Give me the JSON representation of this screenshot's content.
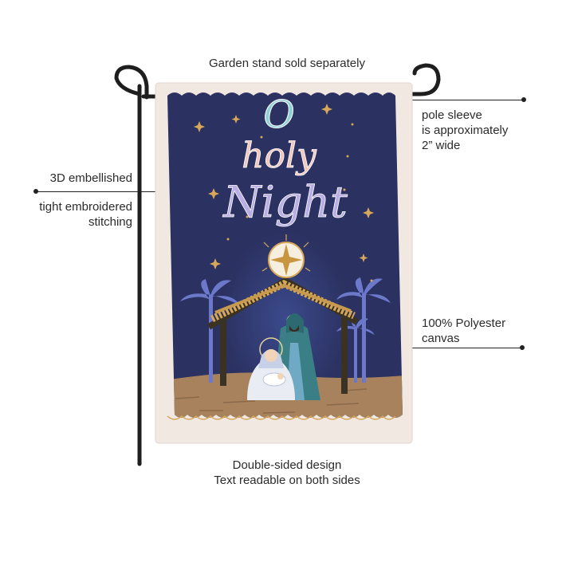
{
  "callouts": {
    "stand": "Garden stand sold separately",
    "sleeve": [
      "pole sleeve",
      "is approximately",
      "2” wide"
    ],
    "embellished": "3D embellished",
    "stitching": [
      "tight embroidered",
      "stitching"
    ],
    "material": [
      "100% Polyester",
      "canvas"
    ],
    "double_sided": [
      "Double-sided design",
      "Text readable on both sides"
    ]
  },
  "flag_text": {
    "word1": "O",
    "word2": "holy",
    "word3": "Night"
  },
  "colors": {
    "navy": "#2b3160",
    "border": "#f1e8e2",
    "gold": "#d7a85a",
    "ground": "#a8825d",
    "stand": "#1e1e1e"
  }
}
